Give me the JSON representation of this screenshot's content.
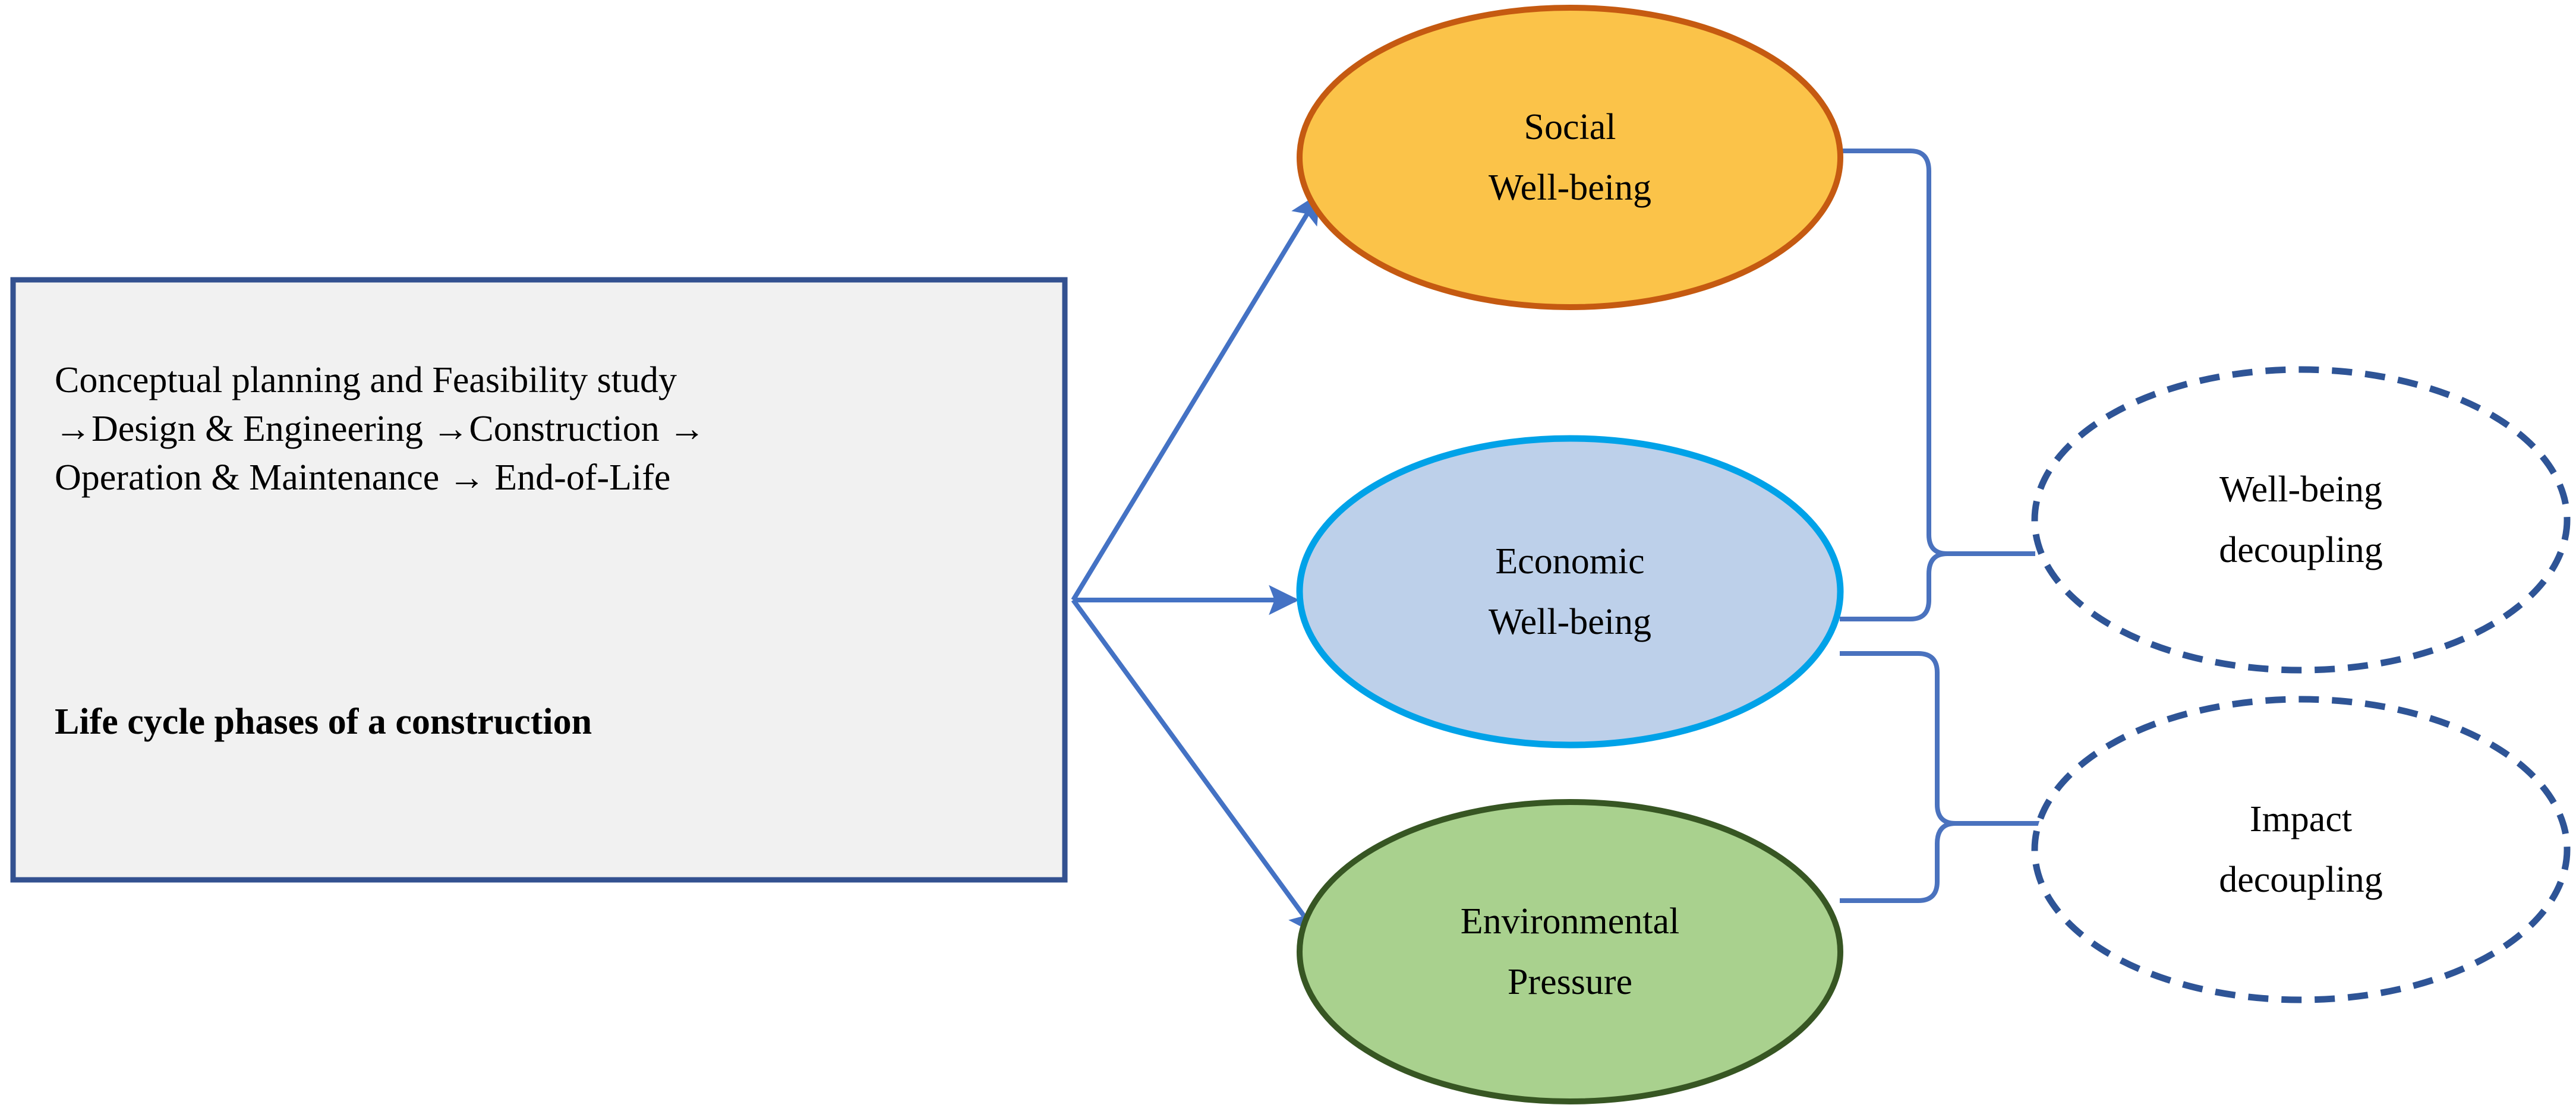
{
  "diagram": {
    "title_visible": false,
    "background": "#ffffff"
  },
  "phase_box": {
    "name": "life-cycle-phases-box",
    "fill": "#F1F1F1",
    "border_color": "#335190",
    "lines": [
      "Conceptual planning and Feasibility study",
      "→Design & Engineering →Construction →",
      "Operation & Maintenance → End-of-Life"
    ],
    "title": "Life cycle phases of a construction"
  },
  "pillars": [
    {
      "id": "social",
      "line1": "Social",
      "line2": "Well-being",
      "fill": "#FBC349",
      "stroke": "#C55A11"
    },
    {
      "id": "economic",
      "line1": "Economic",
      "line2": "Well-being",
      "fill": "#BDD0EA",
      "stroke": "#00A2E8"
    },
    {
      "id": "environmental",
      "line1": "Environmental",
      "line2": "Pressure",
      "fill": "#A9D18E",
      "stroke": "#375623"
    }
  ],
  "outcomes": [
    {
      "id": "wellbeing-decoupling",
      "line1": "Well-being",
      "line2": "decoupling",
      "fill": "#FFFFFF",
      "stroke": "#2E5496",
      "stroke_style": "dashed"
    },
    {
      "id": "impact-decoupling",
      "line1": "Impact",
      "line2": "decoupling",
      "fill": "#FFFFFF",
      "stroke": "#2E5496",
      "stroke_style": "dashed"
    }
  ],
  "connectors": {
    "arrow_color": "#4472C4",
    "bracket_color": "#4A72BE",
    "arrow_targets": [
      "social",
      "economic",
      "environmental"
    ],
    "bracket_groups": [
      {
        "from": [
          "social",
          "economic"
        ],
        "to": "wellbeing-decoupling"
      },
      {
        "from": [
          "economic",
          "environmental"
        ],
        "to": "impact-decoupling"
      }
    ]
  }
}
